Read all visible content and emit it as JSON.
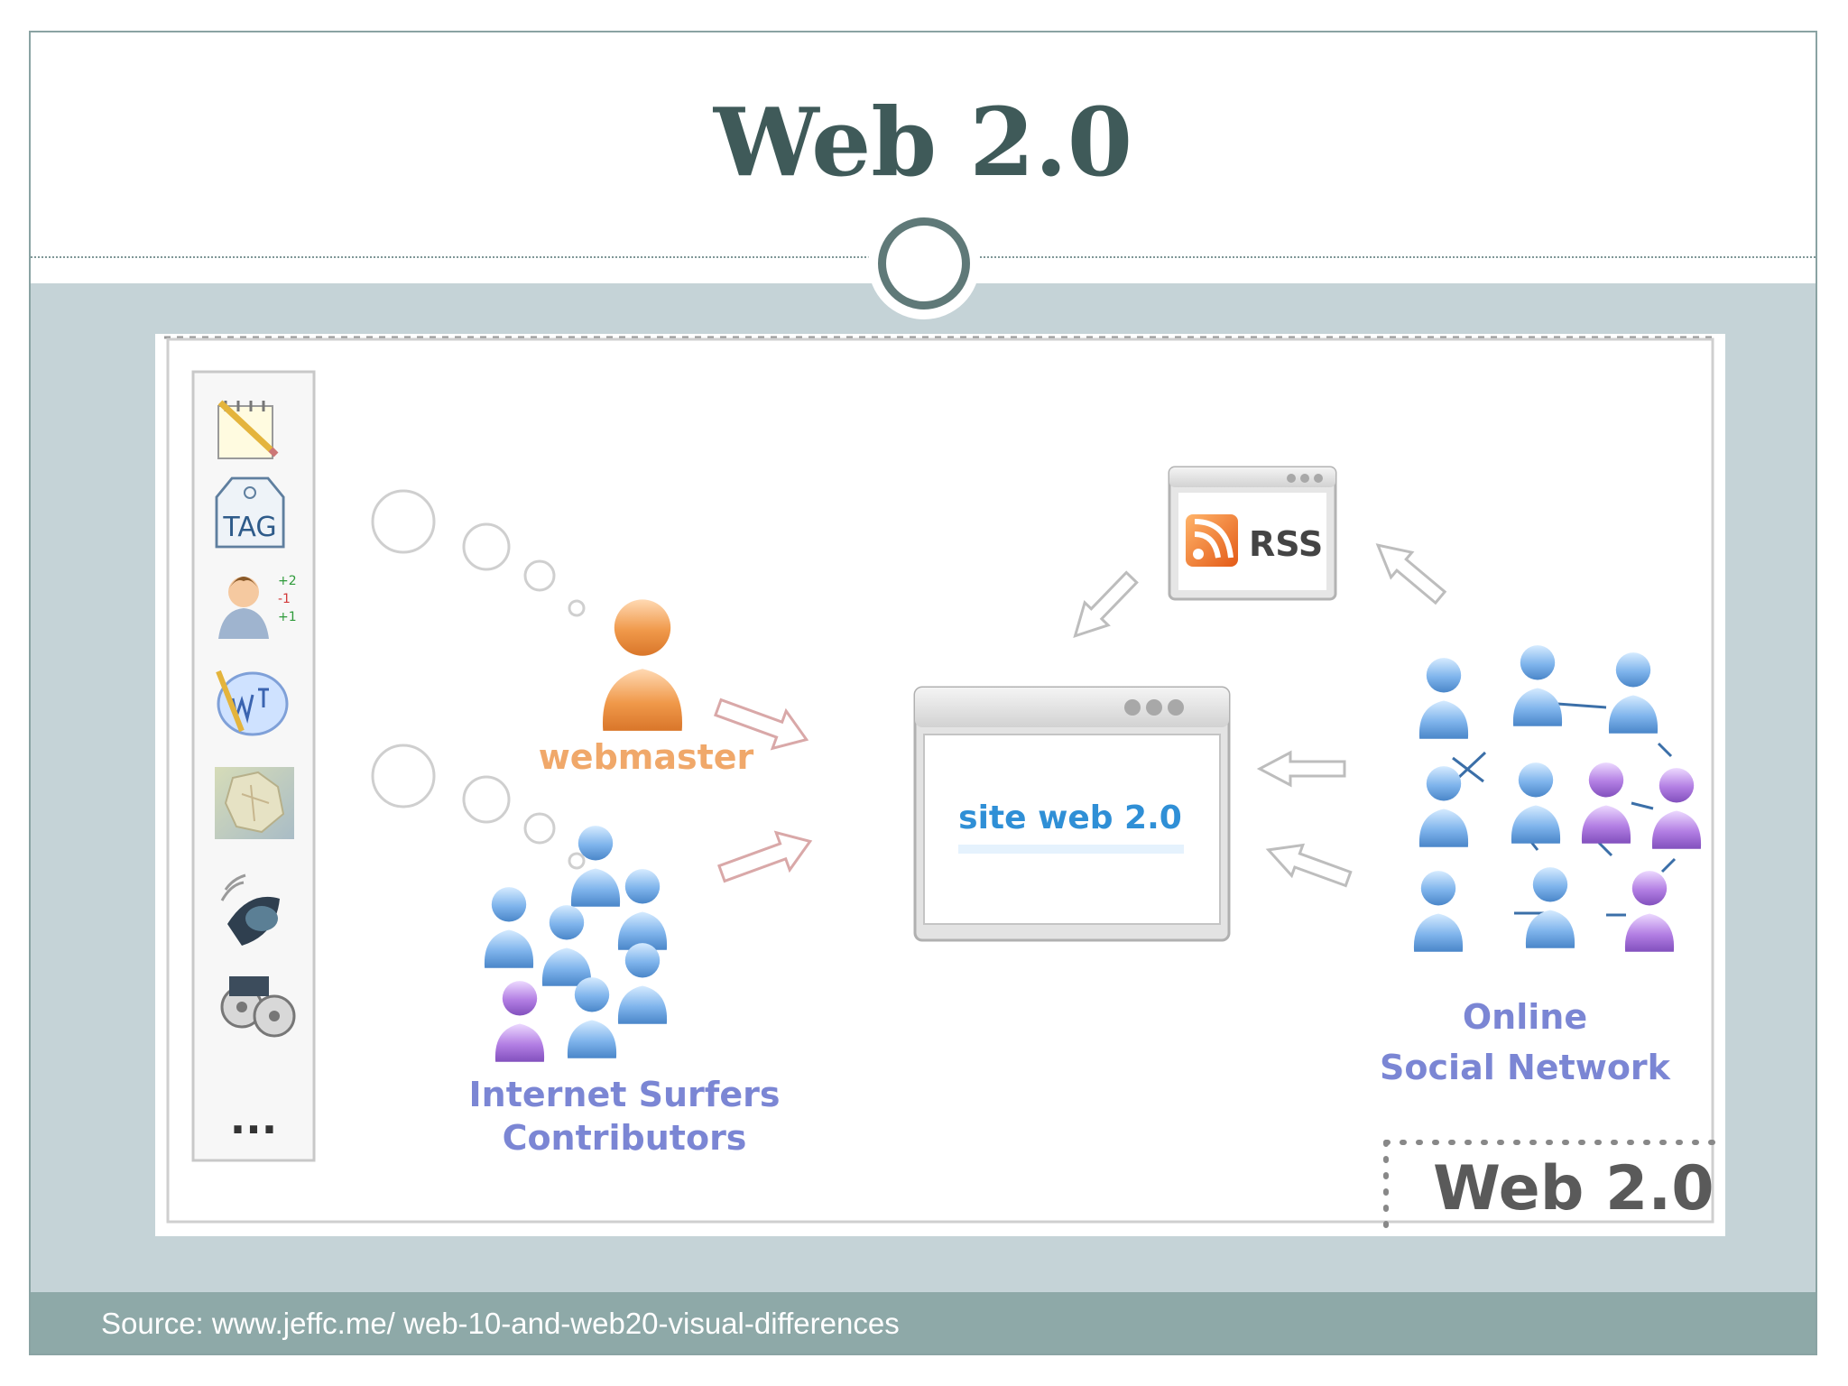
{
  "slide": {
    "title": "Web 2.0",
    "source": "Source: www.jeffc.me/ web-10-and-web20-visual-differences"
  },
  "diagram": {
    "webmaster_label": "webmaster",
    "surfers_label_line1": "Internet Surfers",
    "surfers_label_line2": "Contributors",
    "site_label": "site web 2.0",
    "rss_label": "RSS",
    "network_label_line1": "Online",
    "network_label_line2": "Social Network",
    "corner_logo": "Web 2.0",
    "toolbar_tag_text": "TAG",
    "toolbar_more": "...",
    "toolbar_icons": [
      "notepad-icon",
      "tag-icon",
      "rating-user-icon",
      "blog-icon",
      "map-icon",
      "podcast-icon",
      "video-icon"
    ],
    "colors": {
      "webmaster": "#f0994a",
      "surfers_text": "#7b86d4",
      "site_text": "#2f8fd6",
      "blue_person": "#7fb4ec",
      "purple_person": "#b27ee3",
      "title": "#3f5a59"
    }
  }
}
